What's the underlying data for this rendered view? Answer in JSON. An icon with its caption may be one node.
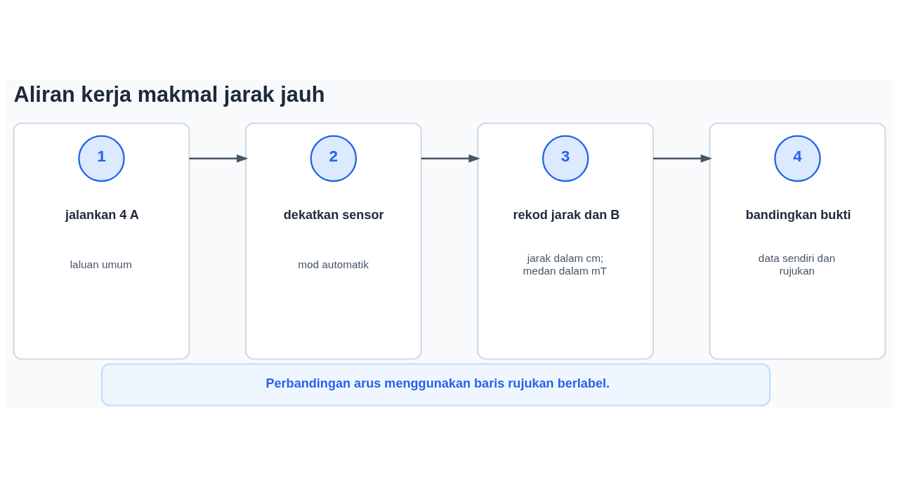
{
  "diagram": {
    "title": "Aliran kerja makmal jarak jauh",
    "nodes": [
      {
        "text": [
          "jalankan 4 A",
          "laluan umum"
        ]
      },
      {
        "text": [
          "1"
        ],
        "in": 0
      },
      {
        "text": [
          "dekatkan sensor",
          "mod automatik"
        ]
      },
      {
        "text": [
          "2"
        ],
        "in": 2
      },
      {
        "text": [
          "rekod jarak dan B",
          "jarak dalam cm; medan dalam mT"
        ]
      },
      {
        "text": [
          "3"
        ],
        "in": 4
      },
      {
        "text": [
          "bandingkan bukti",
          "data sendiri dan rujukan"
        ]
      },
      {
        "text": [
          "4"
        ],
        "in": 6
      },
      {
        "text": [
          "Perbandingan arus menggunakan baris rujukan berlabel."
        ]
      }
    ],
    "edges": [
      {
        "from": 0,
        "to": 2,
        "arrow": "to"
      },
      {
        "from": 2,
        "to": 4,
        "arrow": "to"
      },
      {
        "from": 4,
        "to": 6,
        "arrow": "to"
      }
    ]
  }
}
